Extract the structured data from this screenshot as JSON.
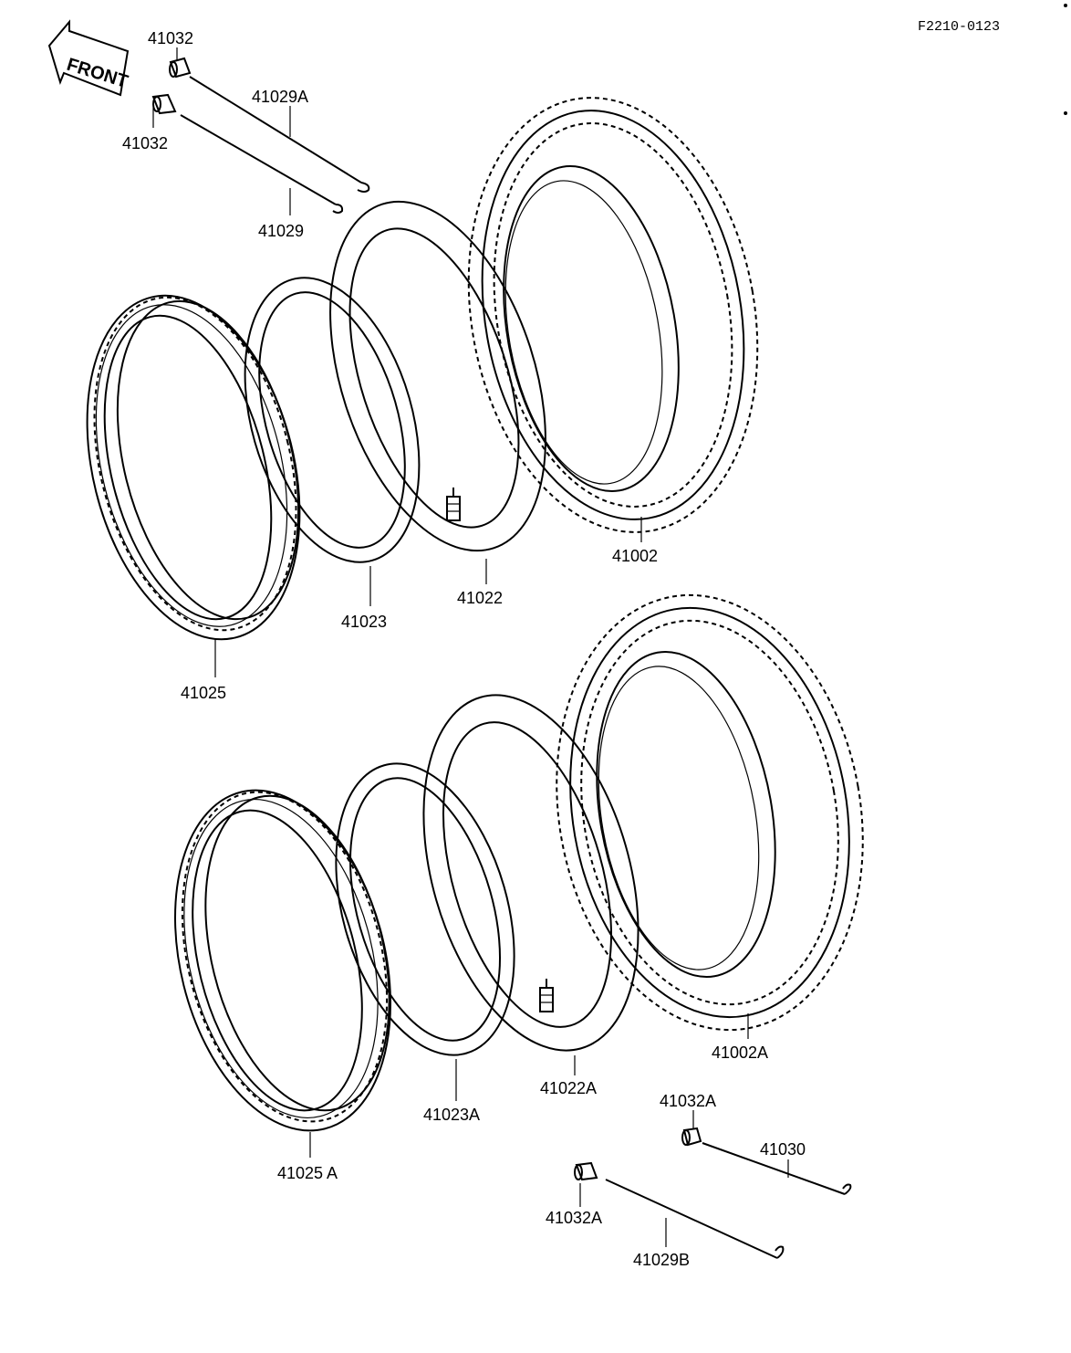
{
  "reference": "F2210-0123",
  "front_label": "FRONT",
  "labels": {
    "spoke_nipple_a": "41032",
    "spoke_nipple_b": "41032",
    "spoke_a": "41029A",
    "spoke": "41029",
    "front_tire": "41002",
    "front_tube": "41022",
    "front_rim_band": "41023",
    "front_rim": "41025",
    "rear_tire": "41002A",
    "rear_tube": "41022A",
    "rear_rim_band": "41023A",
    "rear_rim": "41025 A",
    "spoke_nipple_c": "41032A",
    "spoke_nipple_d": "41032A",
    "spoke_b": "41030",
    "spoke_c": "41029B"
  },
  "colors": {
    "ink": "#000000",
    "paper": "#ffffff"
  }
}
